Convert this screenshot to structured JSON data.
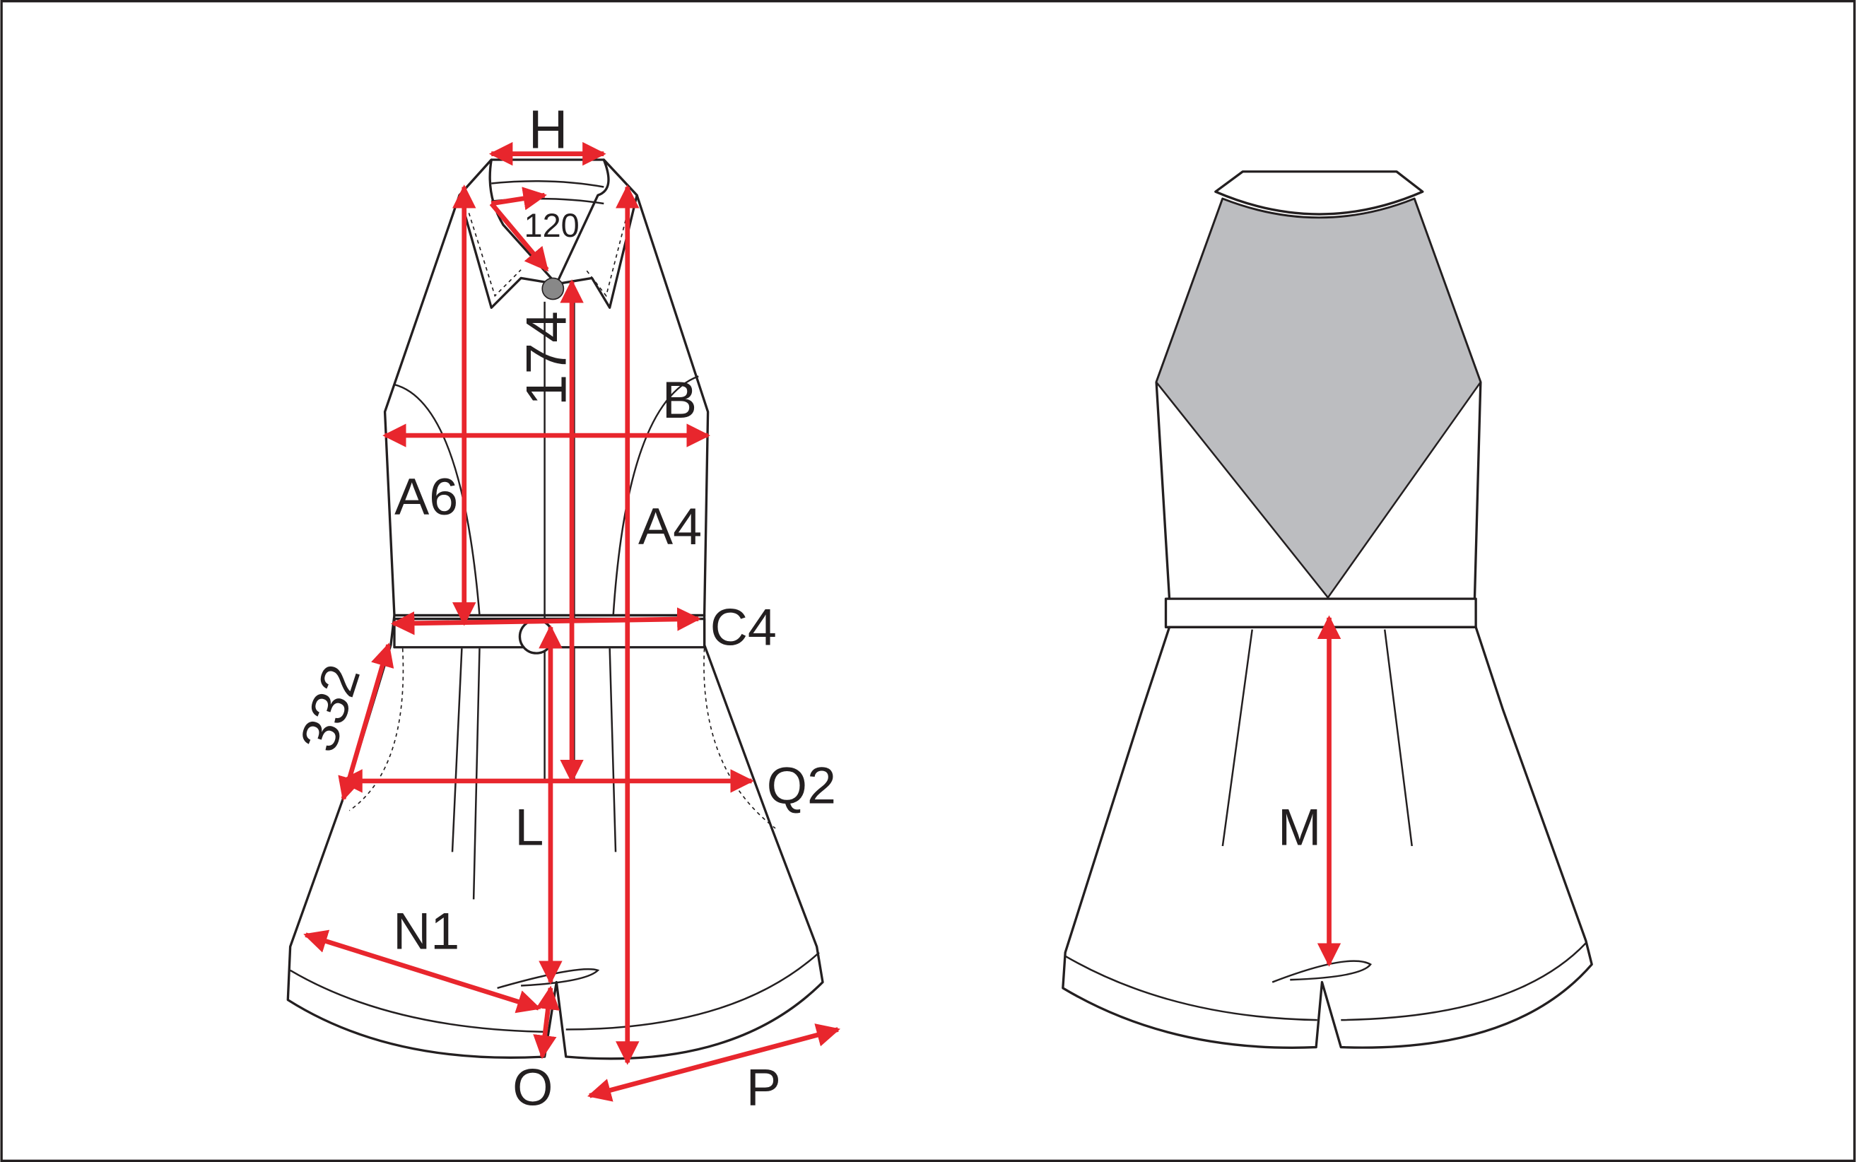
{
  "colors": {
    "measure": "#e8262d",
    "outline": "#231f20",
    "shade": "#bcbdc0"
  },
  "front": {
    "labels": {
      "H": "H",
      "collar": "120",
      "front_length": "174",
      "B": "B",
      "A6": "A6",
      "A4": "A4",
      "C4": "C4",
      "pocket": "332",
      "Q2": "Q2",
      "L": "L",
      "N1": "N1",
      "O": "O",
      "P": "P"
    }
  },
  "back": {
    "labels": {
      "M": "M"
    }
  }
}
